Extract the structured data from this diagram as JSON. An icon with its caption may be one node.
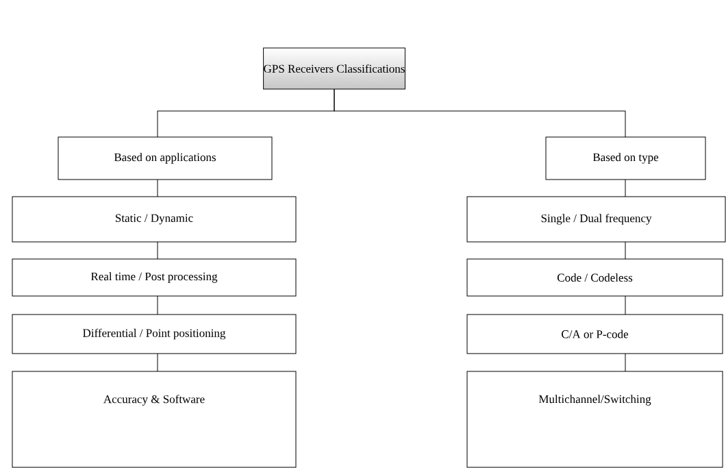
{
  "diagram": {
    "nodes": [
      {
        "text": [
          "GPS Receivers Classifications"
        ]
      },
      {
        "text": [
          "Based on applications"
        ]
      },
      {
        "text": [
          "Based on type"
        ]
      },
      {
        "text": [
          "Static / Dynamic"
        ]
      },
      {
        "text": [
          "Real time / Post processing"
        ]
      },
      {
        "text": [
          "Differential / Point positioning"
        ]
      },
      {
        "text": [
          "Accuracy & Software"
        ]
      },
      {
        "text": [
          "Single / Dual frequency"
        ]
      },
      {
        "text": [
          "Code / Codeless"
        ]
      },
      {
        "text": [
          "C/A or P-code"
        ]
      },
      {
        "text": [
          "Multichannel/Switching"
        ]
      }
    ],
    "edges": [
      {
        "from": 0,
        "to": 1,
        "arrow": "none"
      },
      {
        "from": 0,
        "to": 2,
        "arrow": "none"
      },
      {
        "from": 1,
        "to": 3,
        "arrow": "none"
      },
      {
        "from": 3,
        "to": 4,
        "arrow": "none"
      },
      {
        "from": 4,
        "to": 5,
        "arrow": "none"
      },
      {
        "from": 5,
        "to": 6,
        "arrow": "none"
      },
      {
        "from": 2,
        "to": 7,
        "arrow": "none"
      },
      {
        "from": 7,
        "to": 8,
        "arrow": "none"
      },
      {
        "from": 8,
        "to": 9,
        "arrow": "none"
      },
      {
        "from": 9,
        "to": 10,
        "arrow": "none"
      }
    ]
  }
}
